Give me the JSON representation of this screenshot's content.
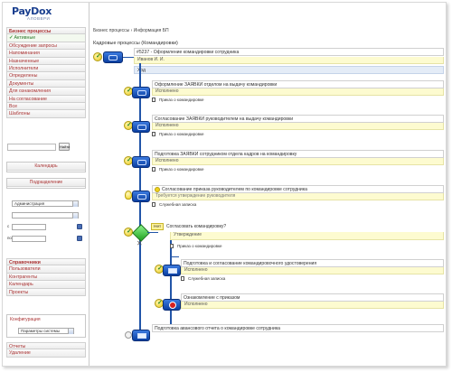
{
  "app": {
    "logo_main": "PayDox",
    "logo_sub": "АЛОВВРИ"
  },
  "sidebar": {
    "menu": [
      {
        "label": "Бизнес процессы",
        "type": "header"
      },
      {
        "label": "Активные",
        "type": "active"
      },
      {
        "label": "Обсуждение запросы",
        "type": "item"
      },
      {
        "label": "Напоминания",
        "type": "item"
      },
      {
        "label": "Назначенные",
        "type": "item"
      },
      {
        "label": "Исполнители",
        "type": "item"
      },
      {
        "label": "Определены",
        "type": "item"
      },
      {
        "label": "Документы",
        "type": "item"
      },
      {
        "label": "Для ознакомления",
        "type": "item"
      },
      {
        "label": "На согласование",
        "type": "item"
      },
      {
        "label": "Все",
        "type": "item"
      },
      {
        "label": "Шаблоны",
        "type": "item"
      }
    ],
    "search_button": "Найти",
    "box_calendar_title": "Календарь",
    "box_filter_title": "Подразделение",
    "filter_select": "Администрация",
    "date_from_label": "с",
    "date_to_label": "по",
    "menu2": [
      {
        "label": "Справочники",
        "type": "header"
      },
      {
        "label": "Пользователи",
        "type": "item"
      },
      {
        "label": "Контрагенты",
        "type": "item"
      },
      {
        "label": "Календарь",
        "type": "item"
      },
      {
        "label": "Проекты",
        "type": "item"
      }
    ],
    "config_label": "Конфигурация",
    "config_select": "Параметры системы",
    "menu3": [
      {
        "label": "Отчеты",
        "type": "item"
      },
      {
        "label": "Удаление",
        "type": "item"
      }
    ]
  },
  "main": {
    "breadcrumb": "Бизнес процессы › Информация БП",
    "page_title": "Кадровые процессы (Командировки)",
    "process_header": "#5237 - Оформление командировки сотрудника",
    "process_owner": "Иванов И. И.",
    "process_status": "Ход",
    "tasks": [
      {
        "title": "Оформление ЗАЯВКИ отделом на выдачу командировки",
        "body": "Исполнено",
        "doc": "Приказ о командировке"
      },
      {
        "title": "Согласование ЗАЯВКИ руководителем на выдачу командировки",
        "body": "Исполнено",
        "doc": "Приказ о командировке"
      },
      {
        "title": "Подготовка ЗАЯВКИ сотрудником отдела кадров на командировку",
        "body": "Исполнено",
        "doc": "Приказ о командировке"
      },
      {
        "title": "Согласование приказа руководителем по командировке сотрудника",
        "body": "Требуется утверждение руководителя",
        "doc": "Служебная записка"
      }
    ],
    "decision_tag": "Нет",
    "decision_title": "Согласовать командировку?",
    "decision_body": "Утверждение",
    "decision_doc": "Приказ о командировке",
    "tasks2": [
      {
        "title": "Подготовка и согласование командировочного удостоверения",
        "body": "Исполнено",
        "doc": "Служебная записка"
      },
      {
        "title": "Ознакомление с приказом",
        "body": "Исполнено"
      }
    ],
    "final_task": "Подготовка авансового отчета о командировке сотрудника"
  }
}
